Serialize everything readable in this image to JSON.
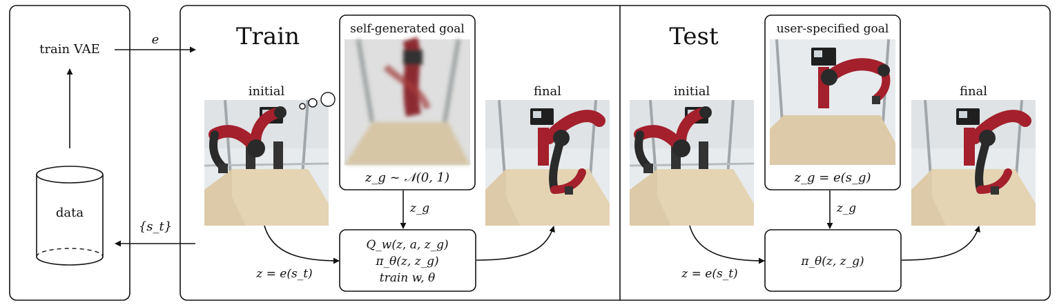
{
  "left_panel": {
    "train_vae": "train VAE",
    "data": "data",
    "encoder_arrow_label": "e",
    "states_label": "{s_t}"
  },
  "train_panel": {
    "title": "Train",
    "goal_box_title": "self-generated goal",
    "goal_formula": "z_g ~ 𝒩(0, 1)",
    "initial_label": "initial",
    "final_label": "final",
    "zg_label": "z_g",
    "z_label": "z = e(s_t)",
    "policy_lines": [
      "Q_w(z, a, z_g)",
      "π_θ(z, z_g)",
      "train w, θ"
    ]
  },
  "test_panel": {
    "title": "Test",
    "goal_box_title": "user-specified goal",
    "goal_formula": "z_g = e(s_g)",
    "initial_label": "initial",
    "final_label": "final",
    "zg_label": "z_g",
    "z_label": "z = e(s_t)",
    "policy_lines": [
      "π_θ(z, z_g)"
    ]
  },
  "images": {
    "initial_train": "robot-arm-initial-photo",
    "self_generated_goal": "blurry-robot-goal-image",
    "final_train": "robot-arm-final-photo",
    "initial_test": "robot-arm-initial-photo",
    "user_goal": "robot-arm-goal-photo",
    "final_test": "robot-arm-final-photo"
  },
  "colors": {
    "robot_red": "#a3202c",
    "robot_dark": "#2a2a2a",
    "table_wood": "#dcc9a6",
    "wall": "#e9ecee",
    "frame_metal": "#9aa0a4"
  }
}
